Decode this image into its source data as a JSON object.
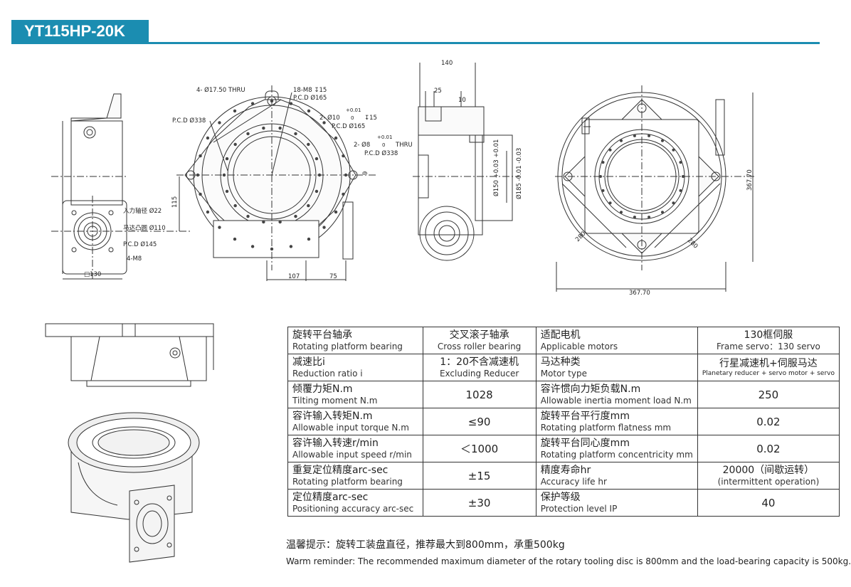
{
  "header": {
    "model": "YT115HP-20K"
  },
  "dims": {
    "thru_holes": "4- Ø17.50 THRU",
    "tap_holes": "18-M8 ↧15",
    "pcd165_a": "P.C.D Ø165",
    "pcd338": "P.C.D Ø338",
    "pin10_tol": "+0.01",
    "pin10_tol0": "0",
    "pin10": "2- Ø10",
    "pin10_depth": "↧15",
    "pcd165_b": "P.C.D Ø165",
    "pin8_tol": "+0.01",
    "pin8_tol0": "0",
    "pin8": "2- Ø8",
    "pin8_thru": "THRU",
    "pcd338_b": "P.C.D Ø338",
    "input_shaft": "入力轴径 Ø22",
    "motor_spigot": "马达凸圆 Ø110",
    "pcd145": "P.C.D Ø145",
    "m8": "4-M8",
    "sq130": "□130",
    "d115": "115",
    "d107": "107",
    "d75": "75",
    "d9": "9",
    "d140": "140",
    "d25": "25",
    "d10": "10",
    "d150": "Ø150 +0.03 +0.01",
    "d185": "Ø185 -0.01 -0.03",
    "d36770_v": "367.70",
    "d36770_h": "367.70",
    "d280_a": "280",
    "d280_b": "280"
  },
  "table": {
    "rows": [
      {
        "l1_cn": "旋转平台轴承",
        "l1_en": "Rotating platform bearing",
        "v1_cn": "交叉滚子轴承",
        "v1_en": "Cross roller bearing",
        "l2_cn": "适配电机",
        "l2_en": "Applicable motors",
        "v2_cn": "130框伺服",
        "v2_en": "Frame servo：130 servo"
      },
      {
        "l1_cn": "减速比i",
        "l1_en": "Reduction ratio i",
        "v1_cn": "1：20不含减速机",
        "v1_en": "Excluding Reducer",
        "l2_cn": "马达种类",
        "l2_en": "Motor type",
        "v2_cn": "行星减速机+伺服马达",
        "v2_en": "Planetary reducer + servo motor + servo"
      },
      {
        "l1_cn": "倾覆力矩N.m",
        "l1_en": "Tilting moment N.m",
        "v1": "1028",
        "l2_cn": "容许惯向力矩负载N.m",
        "l2_en": "Allowable inertia moment load N.m",
        "v2": "250"
      },
      {
        "l1_cn": "容许输入转矩N.m",
        "l1_en": "Allowable input torque N.m",
        "v1": "≤90",
        "l2_cn": "旋转平台平行度mm",
        "l2_en": "Rotating platform flatness mm",
        "v2": "0.02"
      },
      {
        "l1_cn": "容许输入转速r/min",
        "l1_en": "Allowable input speed r/min",
        "v1": "＜1000",
        "l2_cn": "旋转平台同心度mm",
        "l2_en": "Rotating platform concentricity mm",
        "v2": "0.02"
      },
      {
        "l1_cn": "重复定位精度arc-sec",
        "l1_en": "Rotating platform bearing",
        "v1": "±15",
        "l2_cn": "精度寿命hr",
        "l2_en": "Accuracy life hr",
        "v2_cn": "20000（间歇运转）",
        "v2_en": "(intermittent operation)"
      },
      {
        "l1_cn": "定位精度arc-sec",
        "l1_en": "Positioning accuracy arc-sec",
        "v1": "±30",
        "l2_cn": "保护等级",
        "l2_en": "Protection level IP",
        "v2": "40"
      }
    ]
  },
  "notes": {
    "cn": "温馨提示：旋转工装盘直径，推荐最大到800mm，承重500kg",
    "en": "Warm reminder: The recommended maximum diameter of the rotary tooling disc is 800mm and the load-bearing capacity is 500kg."
  }
}
